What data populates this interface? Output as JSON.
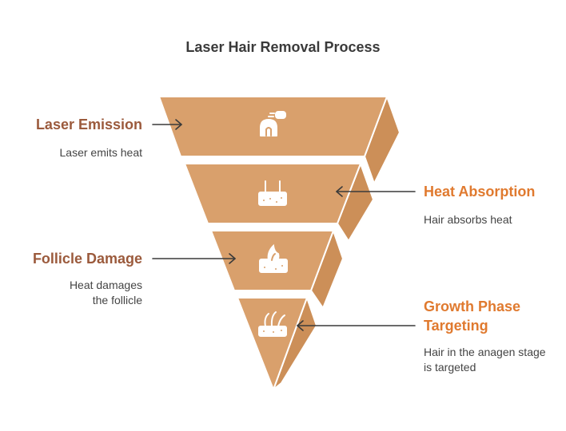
{
  "title": "Laser Hair Removal Process",
  "colors": {
    "layer_front": "#d9a06c",
    "layer_side": "#cc8f58",
    "stroke": "#ffffff",
    "arrow": "#3a3a3a",
    "title_dark_accent": "#9b5a3c",
    "title_light_accent": "#e07a2f"
  },
  "steps": [
    {
      "title": "Laser Emission",
      "desc": [
        "Laser emits heat"
      ],
      "icon": "laser-icon",
      "side": "left"
    },
    {
      "title": "Heat Absorption",
      "desc": [
        "Hair absorbs heat"
      ],
      "icon": "skin-hair-icon",
      "side": "right"
    },
    {
      "title": "Follicle Damage",
      "desc": [
        "Heat damages",
        "the follicle"
      ],
      "icon": "follicle-flame-icon",
      "side": "left"
    },
    {
      "title": "Growth Phase Targeting",
      "title_lines": [
        "Growth Phase",
        "Targeting"
      ],
      "desc": [
        "Hair in the anagen stage",
        "is targeted"
      ],
      "icon": "hair-growth-icon",
      "side": "right"
    }
  ]
}
